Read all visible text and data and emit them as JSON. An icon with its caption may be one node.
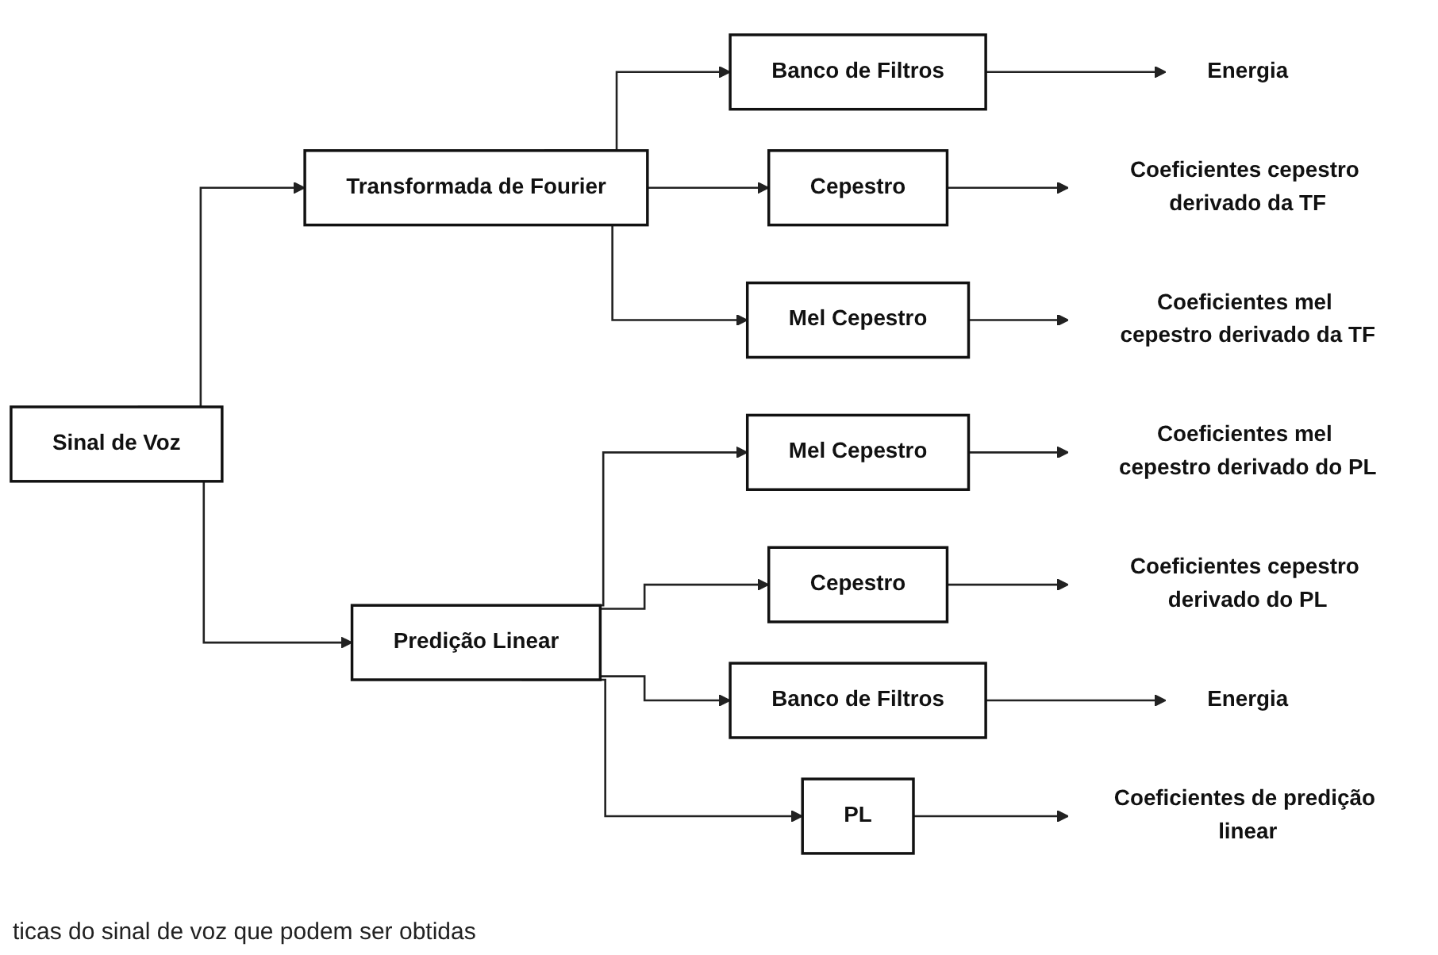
{
  "diagram": {
    "caption": "ticas do sinal de voz que podem ser obtidas",
    "nodes": [
      {
        "text": [
          "Sinal de Voz"
        ]
      },
      {
        "text": [
          "Transformada de Fourier"
        ]
      },
      {
        "text": [
          "Predição Linear"
        ]
      },
      {
        "text": [
          "Banco de Filtros"
        ]
      },
      {
        "text": [
          "Cepestro"
        ]
      },
      {
        "text": [
          "Mel Cepestro"
        ]
      },
      {
        "text": [
          "Energia"
        ]
      },
      {
        "text": [
          "Coeficientes cepestro derivado da TF"
        ]
      },
      {
        "text": [
          "Coeficientes mel cepestro derivado da TF"
        ]
      },
      {
        "text": [
          "Mel Cepestro"
        ]
      },
      {
        "text": [
          "Cepestro"
        ]
      },
      {
        "text": [
          "Banco de Filtros"
        ]
      },
      {
        "text": [
          "PL"
        ]
      },
      {
        "text": [
          "Coeficientes mel cepestro derivado do PL"
        ]
      },
      {
        "text": [
          "Coeficientes cepestro derivado do PL"
        ]
      },
      {
        "text": [
          "Energia"
        ]
      },
      {
        "text": [
          "Coeficientes de predição linear"
        ]
      }
    ],
    "edges": [
      {
        "from": 0,
        "to": 1,
        "arrow": "to"
      },
      {
        "from": 0,
        "to": 2,
        "arrow": "to"
      },
      {
        "from": 1,
        "to": 3,
        "arrow": "to"
      },
      {
        "from": 1,
        "to": 4,
        "arrow": "to"
      },
      {
        "from": 1,
        "to": 5,
        "arrow": "to"
      },
      {
        "from": 3,
        "to": 6,
        "arrow": "to"
      },
      {
        "from": 4,
        "to": 7,
        "arrow": "to"
      },
      {
        "from": 5,
        "to": 8,
        "arrow": "to"
      },
      {
        "from": 2,
        "to": 9,
        "arrow": "to"
      },
      {
        "from": 2,
        "to": 10,
        "arrow": "to"
      },
      {
        "from": 2,
        "to": 11,
        "arrow": "to"
      },
      {
        "from": 2,
        "to": 12,
        "arrow": "to"
      },
      {
        "from": 9,
        "to": 13,
        "arrow": "to"
      },
      {
        "from": 10,
        "to": 14,
        "arrow": "to"
      },
      {
        "from": 11,
        "to": 15,
        "arrow": "to"
      },
      {
        "from": 12,
        "to": 16,
        "arrow": "to"
      }
    ]
  }
}
